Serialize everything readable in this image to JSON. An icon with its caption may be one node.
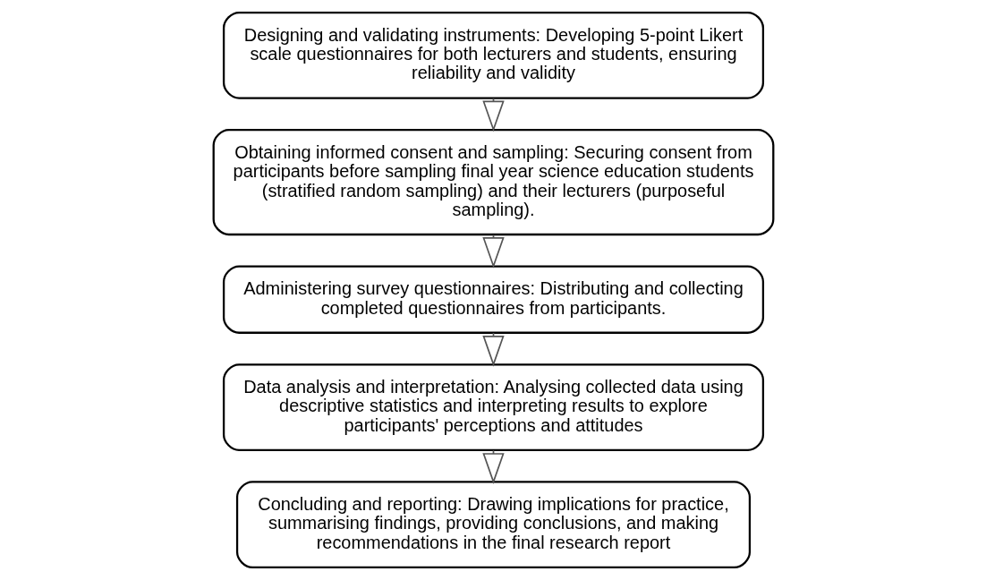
{
  "diagram": {
    "nodes": [
      {
        "text": [
          "Designing and validating instruments: Developing 5-point Likert scale questionnaires for both lecturers and students, ensuring reliability and validity"
        ]
      },
      {
        "text": [
          "Obtaining informed consent and sampling: Securing consent from participants before sampling final year science education students (stratified random sampling) and their lecturers (purposeful sampling)."
        ]
      },
      {
        "text": [
          "Administering survey questionnaires: Distributing and collecting completed questionnaires from participants."
        ]
      },
      {
        "text": [
          "Data analysis and interpretation: Analysing collected data using descriptive statistics and interpreting results to explore participants' perceptions and attitudes"
        ]
      },
      {
        "text": [
          "Concluding and reporting: Drawing implications for practice, summarising findings, providing conclusions, and making recommendations in the final research report"
        ]
      }
    ],
    "edges": [
      {
        "from": 0,
        "to": 1,
        "arrow": "to"
      },
      {
        "from": 1,
        "to": 2,
        "arrow": "to"
      },
      {
        "from": 2,
        "to": 3,
        "arrow": "to"
      },
      {
        "from": 3,
        "to": 4,
        "arrow": "to"
      }
    ]
  }
}
